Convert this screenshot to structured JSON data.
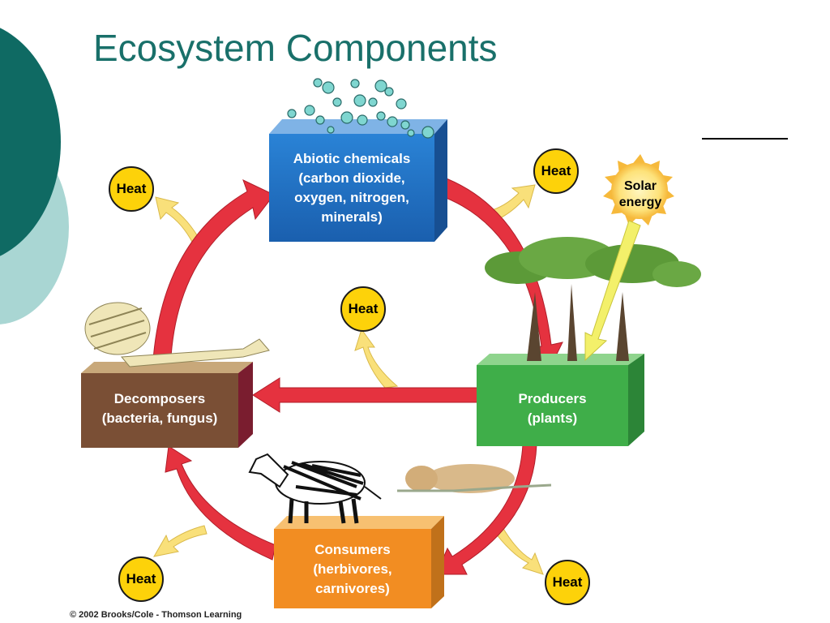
{
  "title": "Ecosystem Components",
  "boxes": {
    "abiotic": [
      "Abiotic chemicals",
      "(carbon dioxide,",
      "oxygen, nitrogen,",
      "minerals)"
    ],
    "producers": [
      "Producers",
      "(plants)"
    ],
    "decomposers": [
      "Decomposers",
      "(bacteria, fungus)"
    ],
    "consumers": [
      "Consumers",
      "(herbivores,",
      "carnivores)"
    ]
  },
  "heat_label": "Heat",
  "solar": [
    "Solar",
    "energy"
  ],
  "credit": "© 2002 Brooks/Cole - Thomson Learning",
  "colors": {
    "title": "#19706a",
    "abiotic_box": "#1f6fc5",
    "producers_box": "#3fae49",
    "decomposers_box": "#7a4f35",
    "consumers_box": "#f28d22",
    "cycle_arrow": "#e5323f",
    "heat_arrow": "#f9e07a",
    "heat_circle": "#fdd20a",
    "slide_circle_dark": "#0f6a63",
    "slide_circle_light": "#a9d6d3"
  }
}
